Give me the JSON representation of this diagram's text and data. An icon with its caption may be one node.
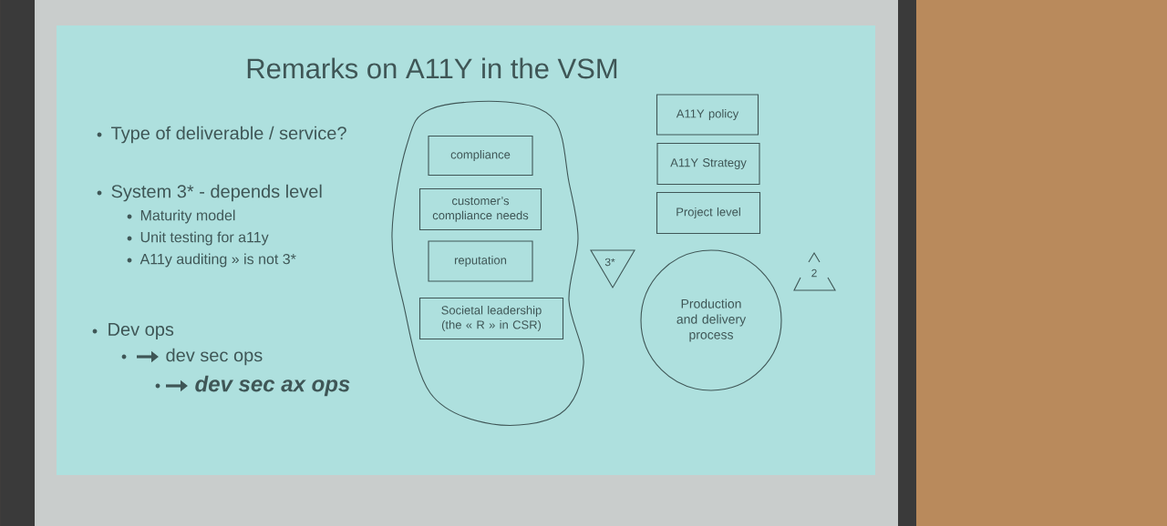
{
  "diagram": {
    "title": "Remarks on A11Y in the VSM",
    "nodes": [
      {
        "text": [],
        "shape": "cloud"
      },
      {
        "text": [
          "compliance"
        ],
        "in": 0
      },
      {
        "text": [
          "customer’s compliance needs"
        ],
        "in": 0
      },
      {
        "text": [
          "reputation"
        ],
        "in": 0
      },
      {
        "text": [
          "Societal leadership (the « R » in CSR)"
        ],
        "in": 0
      },
      {
        "text": [
          "3*"
        ]
      },
      {
        "text": [
          "A11Y policy"
        ]
      },
      {
        "text": [
          "A11Y Strategy"
        ]
      },
      {
        "text": [
          "Project level"
        ]
      },
      {
        "text": [
          "Production and delivery process"
        ]
      },
      {
        "text": [
          "2"
        ]
      }
    ],
    "edges": [],
    "labels": [
      "Type of deliverable / service?",
      "System 3* - depends level",
      "Maturity model",
      "Unit testing for a11y",
      "A11y auditing  » is not 3*",
      "Dev ops",
      "dev sec ops",
      "dev sec ax ops"
    ]
  }
}
